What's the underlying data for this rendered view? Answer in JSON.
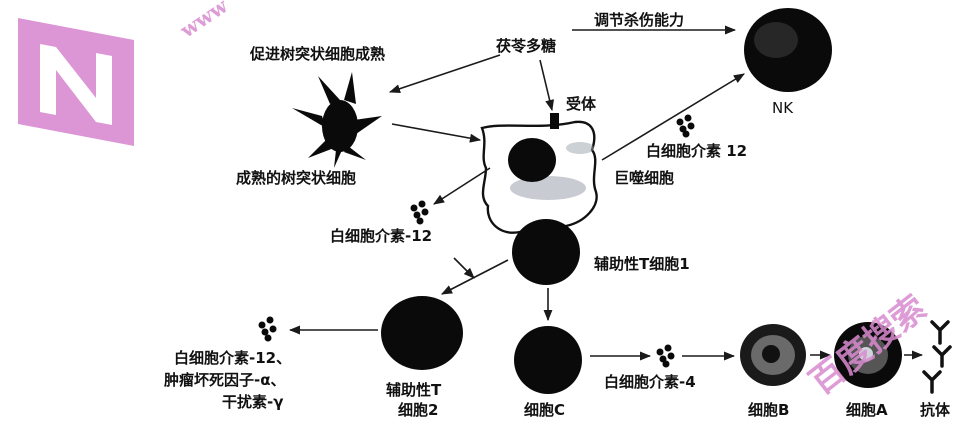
{
  "labels": {
    "polysaccharide": "茯苓多糖",
    "promote_dc": "促进树突状细胞成熟",
    "regulate_nk": "调节杀伤能力",
    "nk": "NK",
    "receptor": "受体",
    "il12_a": "白细胞介素 12",
    "il12_b": "白细胞介素-12",
    "mature_dc": "成熟的树突状细胞",
    "macrophage": "巨噬细胞",
    "th1": "辅助性T细胞1",
    "th2_line1": "辅助性T",
    "th2_line2": "细胞2",
    "cytokines_line1": "白细胞介素-12、",
    "cytokines_line2": "肿瘤坏死因子-α、",
    "cytokines_line3": "干扰素-γ",
    "cell_c": "细胞C",
    "il4": "白细胞介素-4",
    "cell_b": "细胞B",
    "cell_a": "细胞A",
    "antibody": "抗体"
  },
  "watermark": {
    "logo_letter": "N",
    "top_text": "www",
    "bottom_text": "百度搜索"
  },
  "colors": {
    "cell": "#0a0a0a",
    "watermark": "#d98bd0",
    "line": "#1a1a1a"
  }
}
